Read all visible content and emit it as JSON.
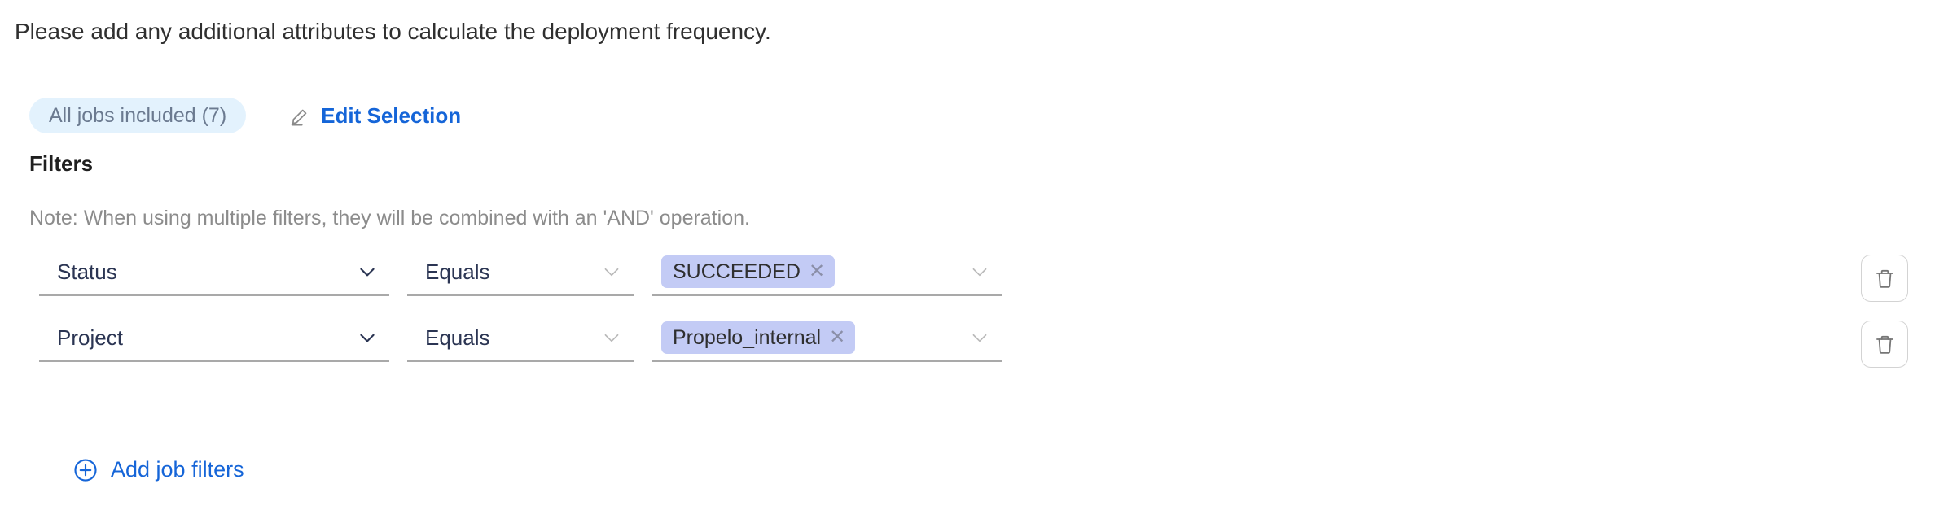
{
  "intro": {
    "text": "Please add any additional attributes to calculate the deployment frequency."
  },
  "jobs_selection": {
    "pill_label": "All jobs included (7)",
    "edit_label": "Edit Selection",
    "pencil_icon": "pencil-icon",
    "pill_background": "#e3f2fd",
    "pill_text_color": "#6b7a90",
    "link_color": "#1565d8"
  },
  "filters": {
    "title": "Filters",
    "note": "Note: When using multiple filters, they will be combined with an 'AND' operation.",
    "chip_background": "#c3cbf5",
    "rows": [
      {
        "attribute": "Status",
        "operator": "Equals",
        "values": [
          {
            "label": "SUCCEEDED",
            "remove_icon": "close-icon"
          }
        ],
        "attribute_chevron": "chevron-down-icon",
        "operator_chevron": "chevron-down-icon",
        "value_chevron": "chevron-down-icon",
        "delete_icon": "trash-icon"
      },
      {
        "attribute": "Project",
        "operator": "Equals",
        "values": [
          {
            "label": "Propelo_internal",
            "remove_icon": "close-icon"
          }
        ],
        "attribute_chevron": "chevron-down-icon",
        "operator_chevron": "chevron-down-icon",
        "value_chevron": "chevron-down-icon",
        "delete_icon": "trash-icon"
      }
    ]
  },
  "add_filters": {
    "label": "Add job filters",
    "icon": "plus-circle-icon",
    "color": "#1565d8"
  }
}
